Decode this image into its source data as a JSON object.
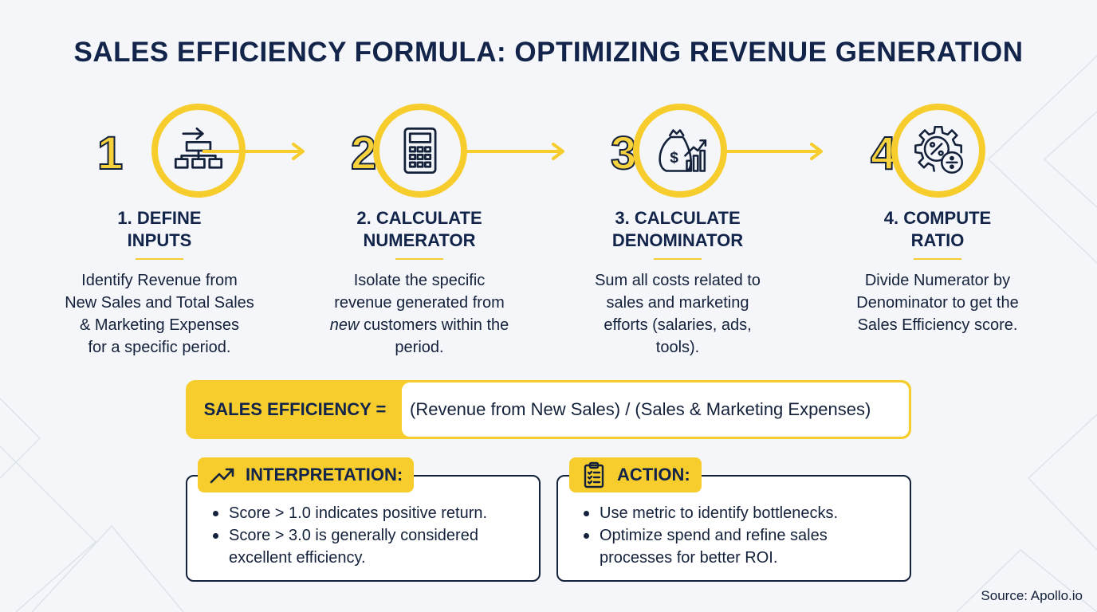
{
  "title": "SALES EFFICIENCY FORMULA: OPTIMIZING REVENUE GENERATION",
  "colors": {
    "accent": "#f7cd2e",
    "navy": "#13244a",
    "background": "#f4f6f9"
  },
  "steps": [
    {
      "number": "1",
      "icon": "flowchart-icon",
      "heading": [
        "1. DEFINE",
        "INPUTS"
      ],
      "description": [
        "Identify Revenue from",
        "New Sales and Total Sales",
        "& Marketing Expenses",
        "for a specific period."
      ]
    },
    {
      "number": "2",
      "icon": "calculator-icon",
      "heading": [
        "2. CALCULATE",
        "NUMERATOR"
      ],
      "description_parts": {
        "line1": "Isolate the specific",
        "line2": "revenue generated from",
        "emph": "new",
        "line3_rest": " customers within the",
        "line4": "period."
      }
    },
    {
      "number": "3",
      "icon": "money-bag-chart-icon",
      "heading": [
        "3. CALCULATE",
        "DENOMINATOR"
      ],
      "description": [
        "Sum all costs related to",
        "sales and marketing",
        "efforts (salaries, ads,",
        "tools)."
      ]
    },
    {
      "number": "4",
      "icon": "gear-percent-icon",
      "heading": [
        "4. COMPUTE",
        "RATIO"
      ],
      "description": [
        "Divide Numerator by",
        "Denominator to get the",
        "Sales Efficiency score."
      ]
    }
  ],
  "formula": {
    "label": "SALES EFFICIENCY =",
    "expression": "(Revenue from New Sales) / (Sales & Marketing Expenses)"
  },
  "interpretation": {
    "title": "INTERPRETATION:",
    "icon": "trend-up-icon",
    "items": [
      "Score > 1.0 indicates positive return.",
      "Score > 3.0 is generally considered excellent efficiency."
    ]
  },
  "action": {
    "title": "ACTION:",
    "icon": "clipboard-list-icon",
    "items": [
      "Use metric to identify bottlenecks.",
      "Optimize spend and refine sales processes for better ROI."
    ]
  },
  "source": "Source: Apollo.io"
}
